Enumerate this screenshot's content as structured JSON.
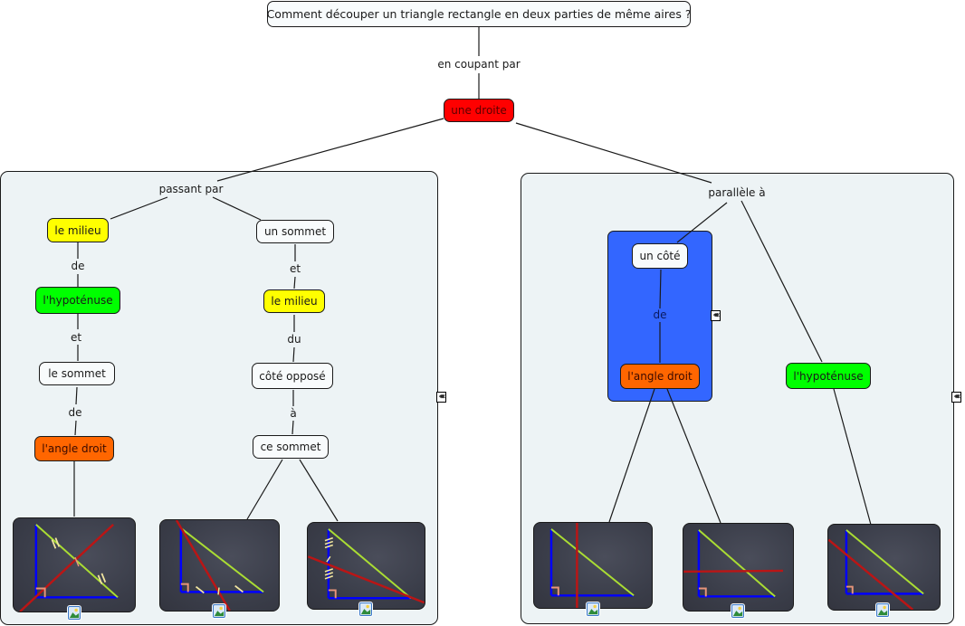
{
  "map": {
    "root": "Comment découper un triangle rectangle en deux parties de même aires ?",
    "root_link": "en coupant par",
    "line_node": "une droite",
    "left_branch": {
      "link": "passant par",
      "path_a": {
        "nodes": [
          "le milieu",
          "l'hypoténuse",
          "le sommet",
          "l'angle droit"
        ],
        "links": [
          "de",
          "et",
          "de"
        ]
      },
      "path_b": {
        "nodes": [
          "un sommet",
          "le milieu",
          "côté opposé",
          "ce sommet"
        ],
        "links": [
          "et",
          "du",
          "à"
        ]
      }
    },
    "right_branch": {
      "link": "parallèle à",
      "group": {
        "nodes": [
          "un côté",
          "l'angle droit"
        ],
        "link": "de"
      },
      "hypotenuse_node": "l'hypoténuse"
    }
  },
  "icons": {
    "image_attachment": "image-icon",
    "collapse": "collapse-chevrons-icon",
    "collapse_glyph": "«"
  },
  "colors": {
    "panel_bg": "#edf3f5",
    "group_bg": "#3366ff",
    "node_red": "#ff0000",
    "node_yellow": "#ffff00",
    "node_green": "#00ff00",
    "node_orange": "#ff6600",
    "triangle_legs": "#0000ff",
    "hypotenuse": "#aadd33",
    "cut_line": "#cc1111",
    "right_angle_mark": "#e8957a",
    "tick_marks": "#f2e6a0"
  },
  "thumbnails": [
    {
      "id": "thumb-1",
      "description": "cut through midpoint of hypotenuse and right-angle vertex"
    },
    {
      "id": "thumb-2",
      "description": "cut from top vertex through midpoint of base"
    },
    {
      "id": "thumb-3",
      "description": "cut from bottom-right vertex through midpoint of vertical leg"
    },
    {
      "id": "thumb-4",
      "description": "vertical cut parallel to vertical leg"
    },
    {
      "id": "thumb-5",
      "description": "horizontal cut parallel to base"
    },
    {
      "id": "thumb-6",
      "description": "cut parallel to hypotenuse"
    }
  ]
}
